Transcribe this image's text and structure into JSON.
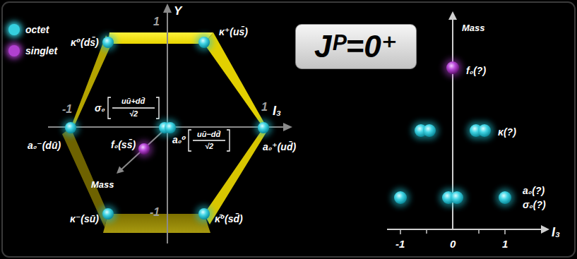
{
  "diagram": {
    "nodes": [
      {
        "text": [
          "Jᴾ=0⁺"
        ]
      }
    ],
    "labels": [
      "Y",
      "1",
      "-1",
      "1",
      "-1",
      "I₃",
      "κ⁰(ds̄)",
      "κ⁺(us̄)",
      "a₀⁻(dū)",
      "a₀⁺(ud̄)",
      "κ⁻(sū)",
      "κ̄⁰(sd̄)",
      "σ₀",
      "uū+dd̄",
      "√2",
      "f₀(ss̄)",
      "a₀⁰",
      "uū−dd̄",
      "√2",
      "Mass",
      "Mass",
      "f₀(?)",
      "κ(?)",
      "a₀(?)",
      "σ₀(?)",
      "-1",
      "0",
      "1",
      "I₃"
    ],
    "legend": [
      {
        "text": "octet",
        "color": "#35d0e0"
      },
      {
        "text": "singlet",
        "color": "#b040d0"
      }
    ]
  }
}
